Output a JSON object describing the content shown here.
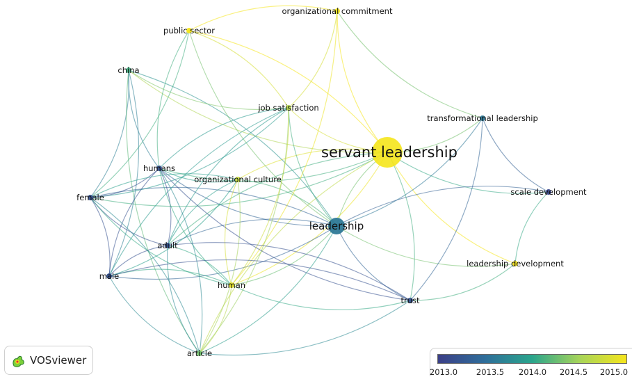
{
  "nodes": [
    {
      "id": "servant-leadership",
      "label": "servant leadership",
      "year": 2015.0,
      "size": "xlarge"
    },
    {
      "id": "leadership",
      "label": "leadership",
      "year": 2013.6,
      "size": "large"
    },
    {
      "id": "organizational-commitment",
      "label": "organizational commitment",
      "year": 2015.0,
      "size": "small"
    },
    {
      "id": "public-sector",
      "label": "public sector",
      "year": 2015.0,
      "size": "small"
    },
    {
      "id": "china",
      "label": "china",
      "year": 2014.1,
      "size": "small"
    },
    {
      "id": "job-satisfaction",
      "label": "job satisfaction",
      "year": 2014.6,
      "size": "small"
    },
    {
      "id": "transformational-leadership",
      "label": "transformational leadership",
      "year": 2013.6,
      "size": "small"
    },
    {
      "id": "humans",
      "label": "humans",
      "year": 2013.2,
      "size": "small"
    },
    {
      "id": "organizational-culture",
      "label": "organizational culture",
      "year": 2014.7,
      "size": "small"
    },
    {
      "id": "female",
      "label": "female",
      "year": 2013.2,
      "size": "small"
    },
    {
      "id": "scale-development",
      "label": "scale development",
      "year": 2013.1,
      "size": "small"
    },
    {
      "id": "adult",
      "label": "adult",
      "year": 2013.2,
      "size": "small"
    },
    {
      "id": "male",
      "label": "male",
      "year": 2013.2,
      "size": "small"
    },
    {
      "id": "human",
      "label": "human",
      "year": 2014.9,
      "size": "small"
    },
    {
      "id": "leadership-development",
      "label": "leadership development",
      "year": 2015.0,
      "size": "small"
    },
    {
      "id": "trust",
      "label": "trust",
      "year": 2013.2,
      "size": "small"
    },
    {
      "id": "article",
      "label": "article",
      "year": 2014.3,
      "size": "small"
    }
  ],
  "links": [
    [
      "servant-leadership",
      "leadership"
    ],
    [
      "servant-leadership",
      "organizational-commitment"
    ],
    [
      "servant-leadership",
      "public-sector"
    ],
    [
      "servant-leadership",
      "job-satisfaction"
    ],
    [
      "servant-leadership",
      "transformational-leadership"
    ],
    [
      "servant-leadership",
      "humans"
    ],
    [
      "servant-leadership",
      "organizational-culture"
    ],
    [
      "servant-leadership",
      "female"
    ],
    [
      "servant-leadership",
      "scale-development"
    ],
    [
      "servant-leadership",
      "human"
    ],
    [
      "servant-leadership",
      "leadership-development"
    ],
    [
      "servant-leadership",
      "trust"
    ],
    [
      "servant-leadership",
      "article"
    ],
    [
      "servant-leadership",
      "china"
    ],
    [
      "servant-leadership",
      "adult"
    ],
    [
      "leadership",
      "humans"
    ],
    [
      "leadership",
      "female"
    ],
    [
      "leadership",
      "male"
    ],
    [
      "leadership",
      "adult"
    ],
    [
      "leadership",
      "human"
    ],
    [
      "leadership",
      "trust"
    ],
    [
      "leadership",
      "article"
    ],
    [
      "leadership",
      "transformational-leadership"
    ],
    [
      "leadership",
      "job-satisfaction"
    ],
    [
      "leadership",
      "organizational-culture"
    ],
    [
      "leadership",
      "scale-development"
    ],
    [
      "leadership",
      "china"
    ],
    [
      "leadership",
      "public-sector"
    ],
    [
      "leadership",
      "leadership-development"
    ],
    [
      "organizational-commitment",
      "job-satisfaction"
    ],
    [
      "organizational-commitment",
      "public-sector"
    ],
    [
      "organizational-commitment",
      "human"
    ],
    [
      "organizational-commitment",
      "transformational-leadership"
    ],
    [
      "public-sector",
      "job-satisfaction"
    ],
    [
      "public-sector",
      "humans"
    ],
    [
      "public-sector",
      "female"
    ],
    [
      "china",
      "humans"
    ],
    [
      "china",
      "female"
    ],
    [
      "china",
      "article"
    ],
    [
      "china",
      "male"
    ],
    [
      "china",
      "job-satisfaction"
    ],
    [
      "job-satisfaction",
      "human"
    ],
    [
      "job-satisfaction",
      "humans"
    ],
    [
      "job-satisfaction",
      "female"
    ],
    [
      "job-satisfaction",
      "adult"
    ],
    [
      "job-satisfaction",
      "article"
    ],
    [
      "job-satisfaction",
      "male"
    ],
    [
      "humans",
      "female"
    ],
    [
      "humans",
      "male"
    ],
    [
      "humans",
      "adult"
    ],
    [
      "humans",
      "human"
    ],
    [
      "humans",
      "article"
    ],
    [
      "humans",
      "organizational-culture"
    ],
    [
      "female",
      "male"
    ],
    [
      "female",
      "adult"
    ],
    [
      "female",
      "article"
    ],
    [
      "female",
      "human"
    ],
    [
      "female",
      "organizational-culture"
    ],
    [
      "adult",
      "male"
    ],
    [
      "adult",
      "human"
    ],
    [
      "adult",
      "article"
    ],
    [
      "male",
      "human"
    ],
    [
      "male",
      "article"
    ],
    [
      "human",
      "article"
    ],
    [
      "organizational-culture",
      "human"
    ],
    [
      "organizational-culture",
      "article"
    ],
    [
      "organizational-culture",
      "adult"
    ],
    [
      "organizational-culture",
      "male"
    ],
    [
      "transformational-leadership",
      "scale-development"
    ],
    [
      "transformational-leadership",
      "trust"
    ],
    [
      "scale-development",
      "leadership-development"
    ],
    [
      "trust",
      "human"
    ],
    [
      "trust",
      "male"
    ],
    [
      "trust",
      "humans"
    ],
    [
      "trust",
      "adult"
    ],
    [
      "leadership-development",
      "trust"
    ],
    [
      "article",
      "trust"
    ]
  ],
  "legend": {
    "ticks": [
      "2013.0",
      "2013.5",
      "2014.0",
      "2014.5",
      "2015.0"
    ],
    "colors": [
      "#3b3f87",
      "#2f6e9a",
      "#2aa58c",
      "#a6d45a",
      "#f5e51c"
    ]
  },
  "branding": {
    "app_name": "VOSviewer"
  }
}
